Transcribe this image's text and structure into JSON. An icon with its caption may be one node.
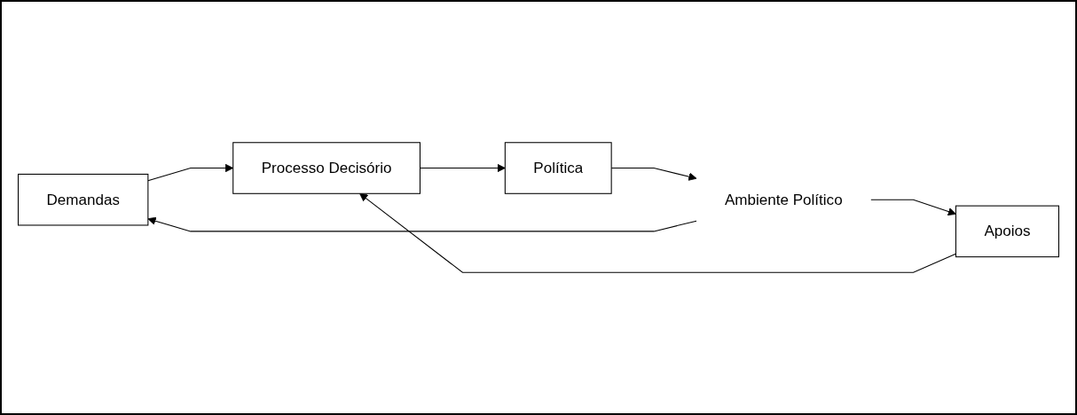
{
  "diagram": {
    "nodes": [
      {
        "text": [
          "Demandas"
        ]
      },
      {
        "text": [
          "Apoios"
        ]
      },
      {
        "text": [
          "Processo Decisório"
        ]
      },
      {
        "text": [
          "Política"
        ]
      },
      {
        "text": [
          "Ambiente Político"
        ]
      }
    ],
    "edges": [
      {
        "from": 0,
        "to": 2,
        "arrow": "to"
      },
      {
        "from": 1,
        "to": 2,
        "arrow": "to"
      },
      {
        "from": 2,
        "to": 3,
        "arrow": "to"
      },
      {
        "from": 3,
        "to": 4,
        "arrow": "to"
      },
      {
        "from": 4,
        "to": 0,
        "arrow": "to"
      },
      {
        "from": 4,
        "to": 1,
        "arrow": "to"
      }
    ]
  }
}
